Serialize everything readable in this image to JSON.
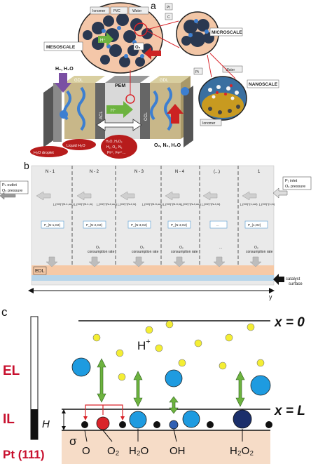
{
  "panel_a": {
    "letter": "a",
    "mesoscale": "MESOSCALE",
    "microscale": "MICROSCALE",
    "nanoscale": "NANOSCALE",
    "ionomer": "Ionomer",
    "ptc": "Pt/C",
    "water": "Water",
    "pt": "Pt",
    "c": "C",
    "hplus": "H⁺",
    "o2": "O₂",
    "h2h2o": "H₂, H₂O",
    "gdl": "GDL",
    "acl": "ACL",
    "pem": "PEM",
    "ccl": "CCL",
    "h2o_droplet": "H₂O droplet",
    "liquid_h2o": "Liquid H₂O",
    "species_lines": [
      "H₂O, H₂O₂",
      "H₂, O₂, N₂",
      "Pt²⁺, Fe²⁺..."
    ],
    "inlet_gas": "O₂, N₂, H₂O",
    "water_nano": "Water",
    "pt_nano": "Pt",
    "ionomer_nano": "Ionomer"
  },
  "panel_b": {
    "letter": "b",
    "columns": [
      "N - 1",
      "N - 2",
      "N - 3",
      "N - 4",
      "(...)",
      "1"
    ],
    "flux_labels": [
      {
        "out": "j_{O2}^{N-1,out}",
        "in": "j_{O2}^{N-1,in}"
      },
      {
        "out": "j_{O2}^{N-2,out}",
        "in": "j_{O2}^{N-2,in}"
      },
      {
        "out": "j_{O2}^{N-3,out}",
        "in": "j_{O2}^{N-3,in}"
      },
      {
        "out": "j_{O2}^{N-4,out}",
        "in": "j_{O2}^{N-4,in}"
      },
      {
        "out": "j_{O2}^{1,out}",
        "in": "j_{O2}^{1,in}"
      }
    ],
    "pressure_boxes": [
      "P_{N-1,O2}",
      "P_{N-2,O2}",
      "P_{N-3,O2}",
      "P_{N-4,O2}",
      "...",
      "P_{1,O2}"
    ],
    "consumption": [
      "O₂",
      "consumption rate"
    ],
    "dots": "...",
    "edl": "EDL",
    "outlet_line1": "Pₙ outlet",
    "outlet_line2": "O₂ pressure",
    "inlet_line1": "P₁ inlet",
    "inlet_line2": "O₂ pressure",
    "catalyst_line1": "catalyst",
    "catalyst_line2": "surface",
    "y_axis": "y"
  },
  "panel_c": {
    "letter": "c",
    "x0": "x = 0",
    "xL": "x = L",
    "hplus": "H",
    "hplus_sup": "+",
    "el": "EL",
    "il": "IL",
    "pt": "Pt (111)",
    "H": "H",
    "sigma": "σ",
    "species": [
      "O",
      "O₂",
      "H₂O",
      "OH",
      "H₂O₂"
    ],
    "colors": {
      "accent_red": "#d9242a",
      "green": "#6db33f",
      "blue": "#1e9be0",
      "yellow": "#f4ee33",
      "navy": "#1b2f6b",
      "pt_fill": "#f6dcc7"
    }
  }
}
